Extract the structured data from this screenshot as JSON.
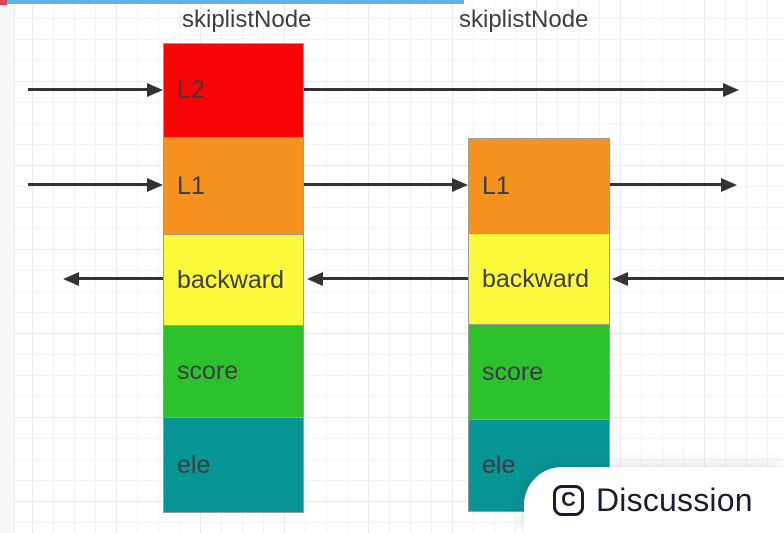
{
  "colors": {
    "arrow": "#333333",
    "box_border": "#9b9b9b",
    "grid_minor": "#f3f3f6",
    "grid_major": "#e9e9ee",
    "accent_bar_blue": "#63b1e9",
    "accent_bar_red": "#dd4458",
    "badge_ink": "#191c31",
    "field_red": "#f90505",
    "field_orange": "#f6921e",
    "field_yellow": "#fafa3a",
    "field_green": "#2ec12e",
    "field_teal": "#089596"
  },
  "nodes": [
    {
      "title": "skiplistNode",
      "fields": [
        {
          "label": "L2",
          "color": "#f90505"
        },
        {
          "label": "L1",
          "color": "#f6921e"
        },
        {
          "label": "backward",
          "color": "#fafa3a"
        },
        {
          "label": "score",
          "color": "#2ec12e"
        },
        {
          "label": "ele",
          "color": "#089596"
        }
      ]
    },
    {
      "title": "skiplistNode",
      "fields": [
        {
          "label": "L1",
          "color": "#f6921e"
        },
        {
          "label": "backward",
          "color": "#fafa3a"
        },
        {
          "label": "score",
          "color": "#2ec12e"
        },
        {
          "label": "ele",
          "color": "#089596"
        }
      ]
    }
  ],
  "arrows": [
    {
      "name": "level2-in",
      "direction": "right"
    },
    {
      "name": "level2-out",
      "direction": "right"
    },
    {
      "name": "level1-in",
      "direction": "right"
    },
    {
      "name": "level1-link",
      "direction": "right"
    },
    {
      "name": "level1-out",
      "direction": "right"
    },
    {
      "name": "backward-out",
      "direction": "left"
    },
    {
      "name": "backward-link",
      "direction": "left"
    },
    {
      "name": "backward-in",
      "direction": "left"
    }
  ],
  "badge": {
    "icon": "C",
    "label": "Discussion"
  }
}
